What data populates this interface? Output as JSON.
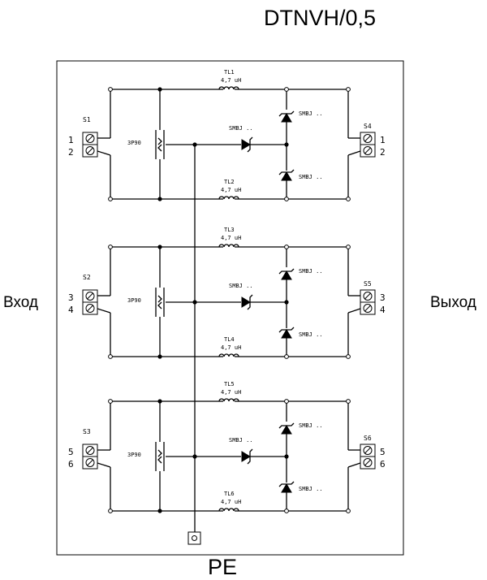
{
  "title": "DTNVH/0,5",
  "input_label": "Вход",
  "output_label": "Выход",
  "pe_label": "PE",
  "stages": [
    {
      "in_connector": "S1",
      "out_connector": "S4",
      "in_terminals": [
        "1",
        "2"
      ],
      "out_terminals": [
        "1",
        "2"
      ],
      "top_inductor": "TL1",
      "bottom_inductor": "TL2",
      "inductance": "4,7 uH",
      "arrester": "3P90",
      "tvs": [
        "SMBJ ..",
        "SMBJ ..",
        "SMBJ .."
      ]
    },
    {
      "in_connector": "S2",
      "out_connector": "S5",
      "in_terminals": [
        "3",
        "4"
      ],
      "out_terminals": [
        "3",
        "4"
      ],
      "top_inductor": "TL3",
      "bottom_inductor": "TL4",
      "inductance": "4,7 uH",
      "arrester": "3P90",
      "tvs": [
        "SMBJ ..",
        "SMBJ ..",
        "SMBJ .."
      ]
    },
    {
      "in_connector": "S3",
      "out_connector": "S6",
      "in_terminals": [
        "5",
        "6"
      ],
      "out_terminals": [
        "5",
        "6"
      ],
      "top_inductor": "TL5",
      "bottom_inductor": "TL6",
      "inductance": "4,7 uH",
      "arrester": "3P90",
      "tvs": [
        "SMBJ ..",
        "SMBJ ..",
        "SMBJ .."
      ]
    }
  ]
}
